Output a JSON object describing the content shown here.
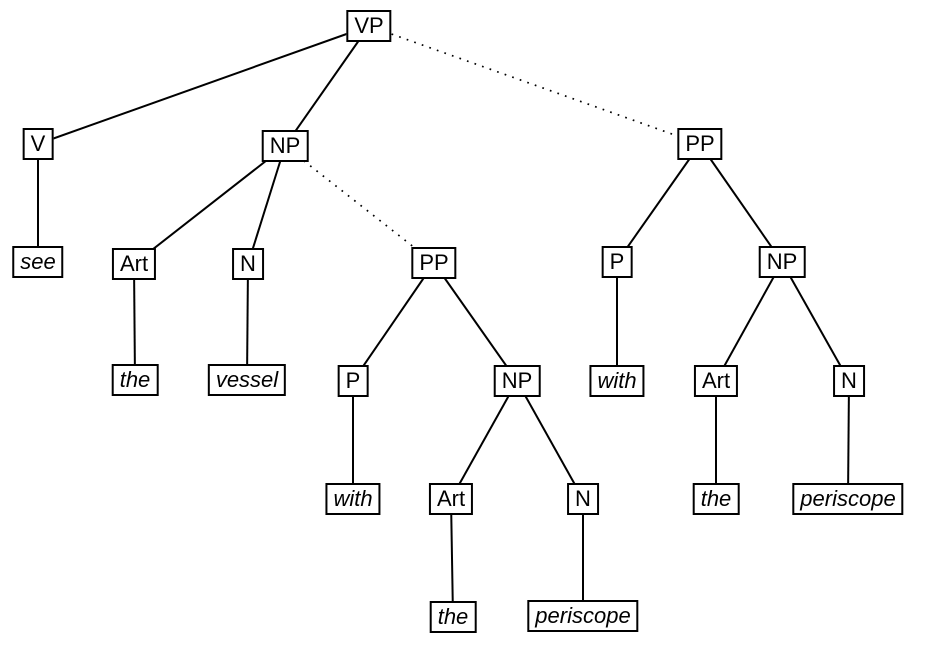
{
  "diagram": {
    "type": "syntax-tree",
    "sentence": "see the vessel with the periscope",
    "description": "Parse tree showing prepositional-phrase attachment ambiguity; dotted edges mark the two alternative attachment sites of PP",
    "colors": {
      "background": "#ffffff",
      "line": "#000000",
      "box_border": "#000000",
      "box_fill": "#ffffff",
      "text": "#000000"
    },
    "nodes": [
      {
        "label": "VP",
        "kind": "category"
      },
      {
        "label": "V",
        "kind": "category"
      },
      {
        "label": "NP",
        "kind": "category"
      },
      {
        "label": "PP",
        "kind": "category"
      },
      {
        "label": "see",
        "kind": "word"
      },
      {
        "label": "Art",
        "kind": "category"
      },
      {
        "label": "N",
        "kind": "category"
      },
      {
        "label": "PP",
        "kind": "category"
      },
      {
        "label": "P",
        "kind": "category"
      },
      {
        "label": "NP",
        "kind": "category"
      },
      {
        "label": "the",
        "kind": "word"
      },
      {
        "label": "vessel",
        "kind": "word"
      },
      {
        "label": "P",
        "kind": "category"
      },
      {
        "label": "NP",
        "kind": "category"
      },
      {
        "label": "with",
        "kind": "word"
      },
      {
        "label": "Art",
        "kind": "category"
      },
      {
        "label": "N",
        "kind": "category"
      },
      {
        "label": "with",
        "kind": "word"
      },
      {
        "label": "Art",
        "kind": "category"
      },
      {
        "label": "N",
        "kind": "category"
      },
      {
        "label": "the",
        "kind": "word"
      },
      {
        "label": "periscope",
        "kind": "word"
      },
      {
        "label": "the",
        "kind": "word"
      },
      {
        "label": "periscope",
        "kind": "word"
      }
    ],
    "edges": {
      "solid_node_index_pairs": [
        [
          0,
          1
        ],
        [
          0,
          2
        ],
        [
          1,
          4
        ],
        [
          2,
          5
        ],
        [
          2,
          6
        ],
        [
          5,
          10
        ],
        [
          6,
          11
        ],
        [
          7,
          12
        ],
        [
          7,
          13
        ],
        [
          12,
          17
        ],
        [
          13,
          18
        ],
        [
          13,
          19
        ],
        [
          18,
          22
        ],
        [
          19,
          23
        ],
        [
          3,
          8
        ],
        [
          3,
          9
        ],
        [
          8,
          14
        ],
        [
          9,
          15
        ],
        [
          9,
          16
        ],
        [
          15,
          20
        ],
        [
          16,
          21
        ]
      ],
      "dotted_node_index_pairs": [
        [
          0,
          3
        ],
        [
          2,
          7
        ]
      ]
    }
  }
}
